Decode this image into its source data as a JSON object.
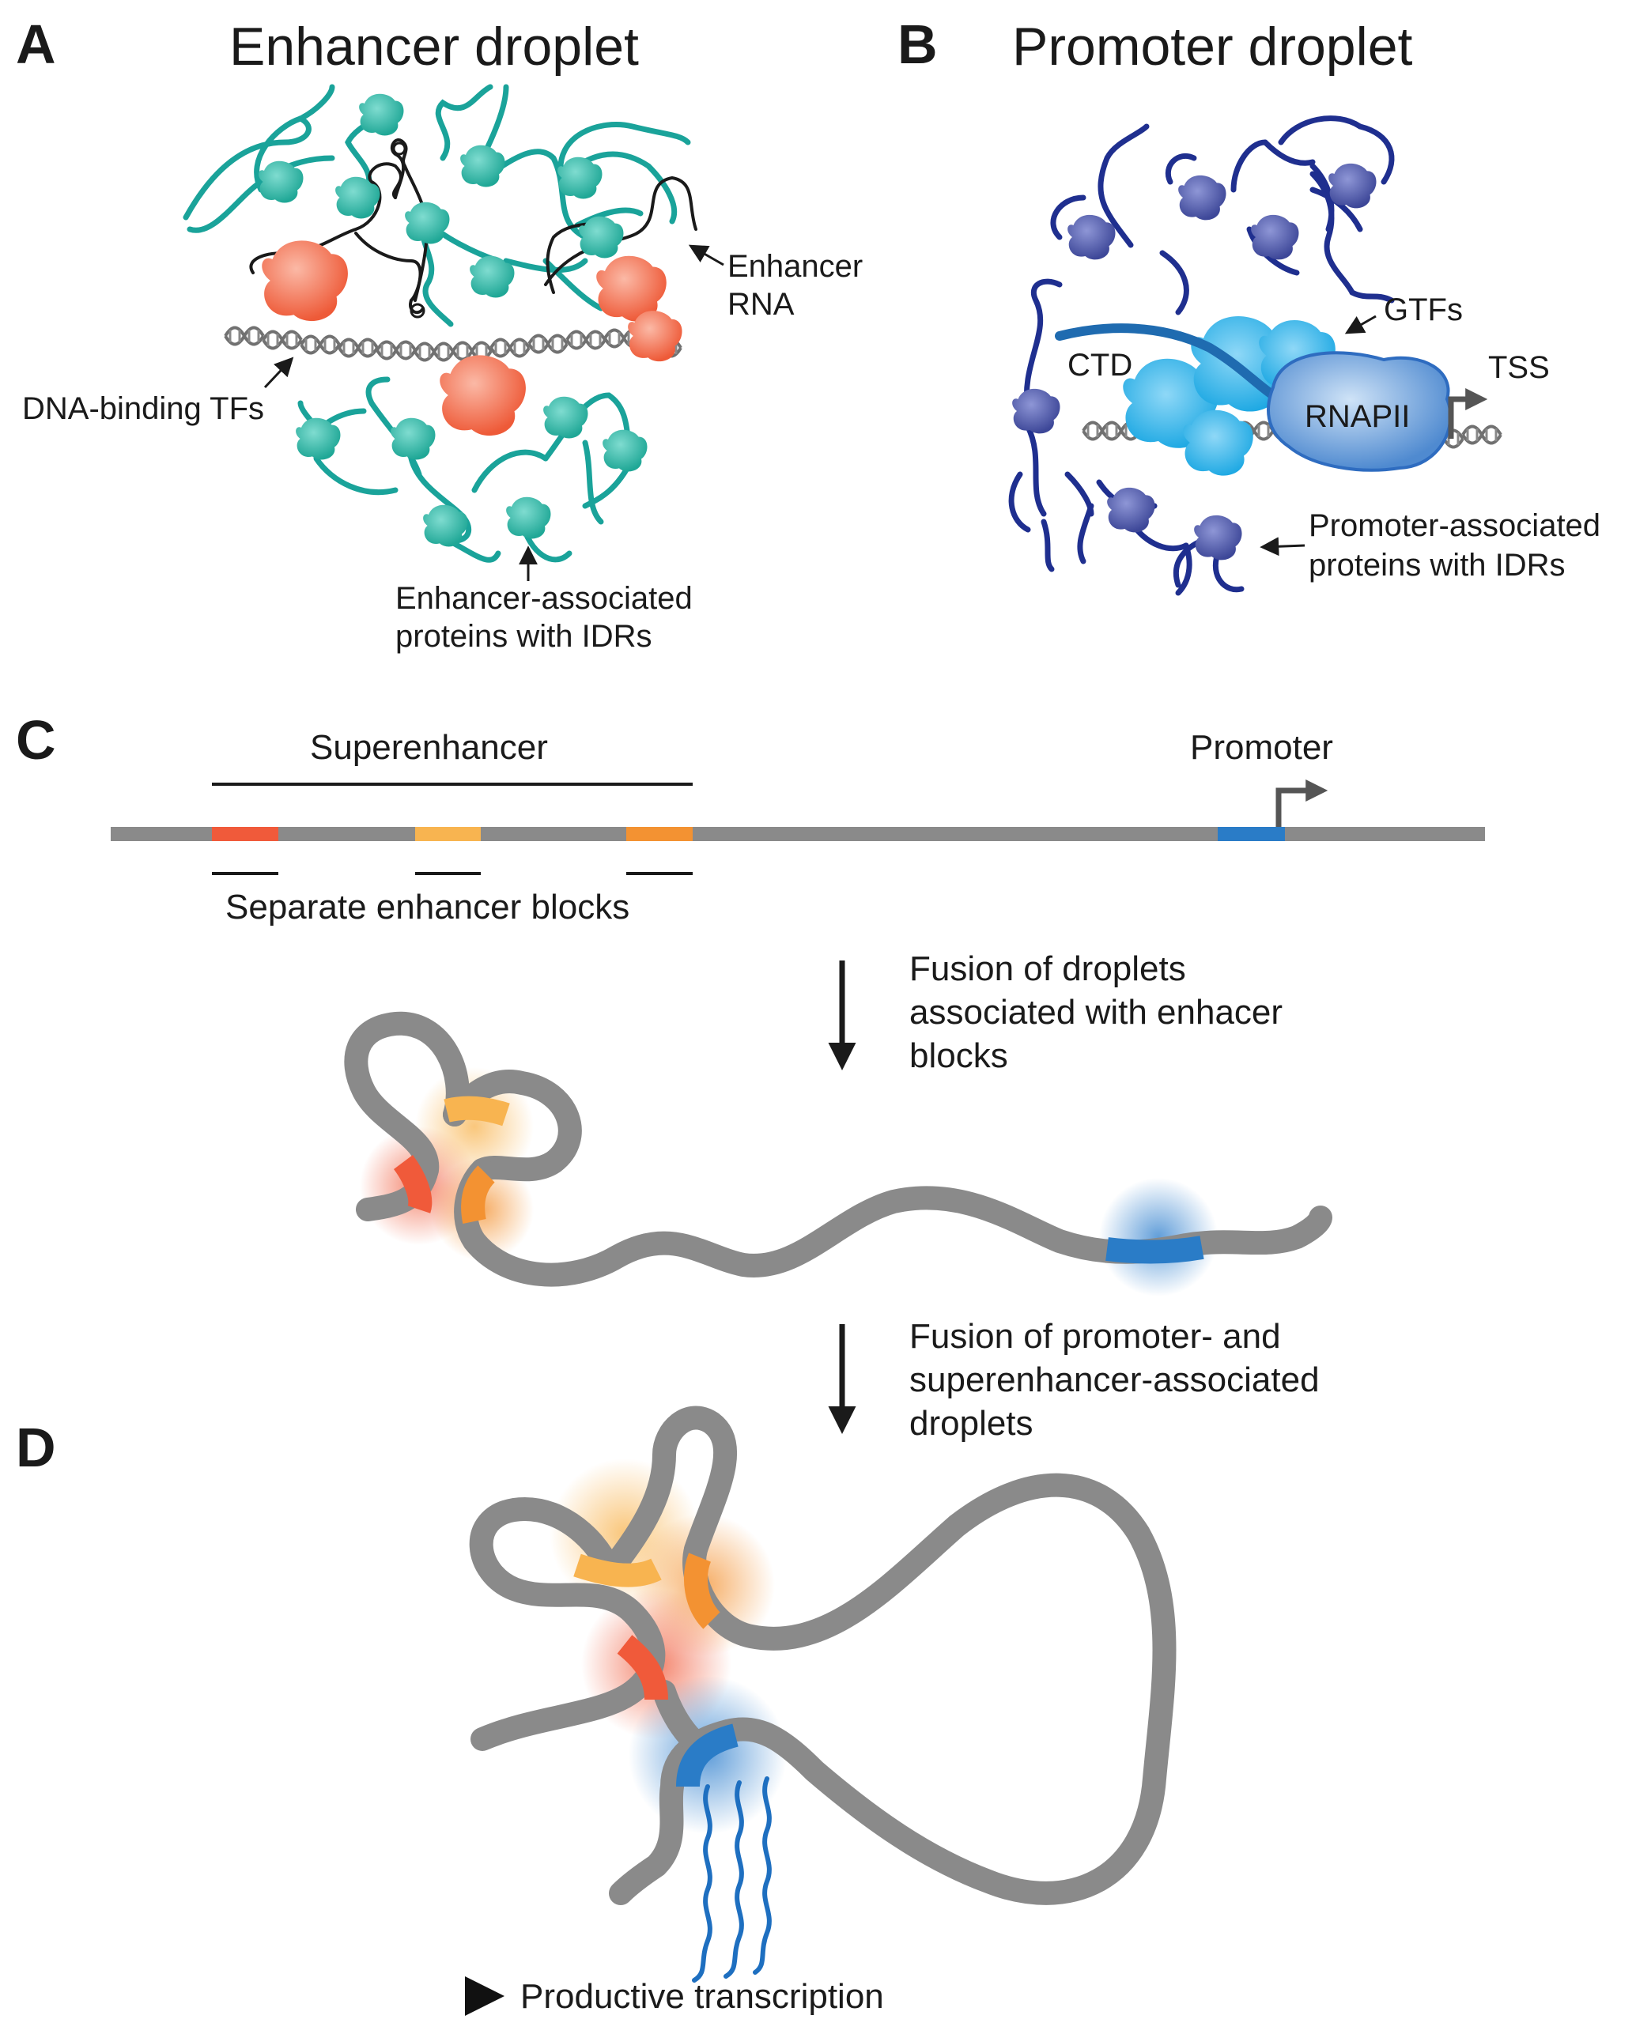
{
  "panel_a": {
    "letter": "A",
    "title": "Enhancer droplet",
    "labels": {
      "enhancer_rna_line1": "Enhancer",
      "enhancer_rna_line2": "RNA",
      "dna_binding_tfs": "DNA-binding TFs",
      "proteins_line1": "Enhancer-associated",
      "proteins_line2": "proteins with IDRs"
    }
  },
  "panel_b": {
    "letter": "B",
    "title": "Promoter droplet",
    "labels": {
      "gtfs": "GTFs",
      "ctd": "CTD",
      "tss": "TSS",
      "rnapii": "RNAPII",
      "proteins_line1": "Promoter-associated",
      "proteins_line2": "proteins with IDRs"
    }
  },
  "panel_c": {
    "letter": "C",
    "superenhancer": "Superenhancer",
    "promoter": "Promoter",
    "separate_blocks": "Separate enhancer blocks",
    "fusion1_line1": "Fusion of droplets",
    "fusion1_line2": "associated with enhacer",
    "fusion1_line3": "blocks",
    "fusion2_line1": "Fusion of promoter- and",
    "fusion2_line2": "superenhancer-associated",
    "fusion2_line3": "droplets"
  },
  "panel_d": {
    "letter": "D",
    "productive": "Productive transcription"
  },
  "colors": {
    "teal_protein": "#26b3a5",
    "tf_orange": "#f26a4b",
    "blue_protein": "#4a55a8",
    "gtf_cyan": "#2bb0e8",
    "rnapii_blue": "#5a8fd0",
    "enhancer_red": "#f05a3a",
    "enhancer_yellow": "#f8b450",
    "enhancer_orange": "#f39232",
    "promoter_blue": "#2a7cc7",
    "chromatin_gray": "#8a8a8a"
  }
}
